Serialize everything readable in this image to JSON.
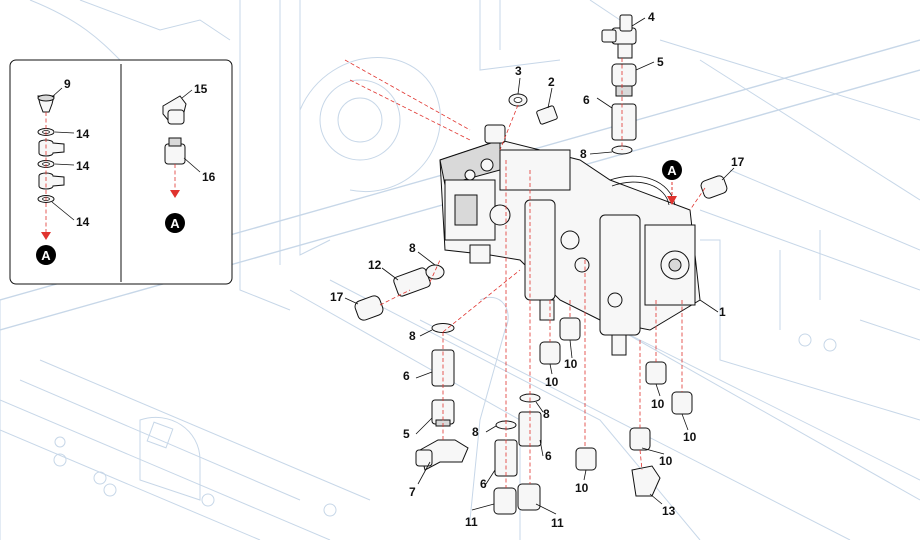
{
  "diagram": {
    "labels": [
      "1",
      "2",
      "3",
      "4",
      "5",
      "6",
      "7",
      "8",
      "9",
      "10",
      "11",
      "12",
      "13",
      "14",
      "15",
      "16",
      "17"
    ],
    "callout_marker": "A",
    "inset_labels": [
      "9",
      "14",
      "15",
      "16"
    ],
    "colors": {
      "line": "#111111",
      "background_lines": "#c7d7e8",
      "dashed_leader": "#e0332e",
      "callout_fill": "#000000"
    }
  }
}
